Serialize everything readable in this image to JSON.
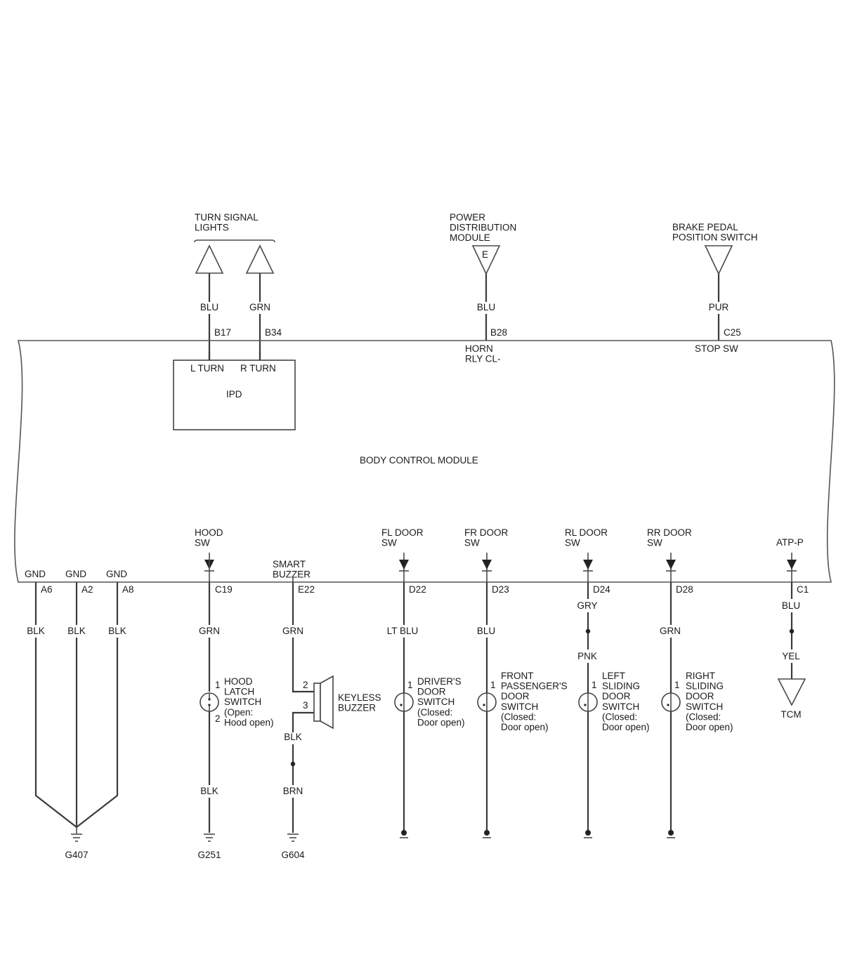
{
  "top_sources": {
    "turn_signal_lights": "TURN SIGNAL\nLIGHTS",
    "power_distribution_module": "POWER\nDISTRIBUTION\nMODULE",
    "pdm_terminal": "E",
    "brake_pedal_position_switch": "BRAKE PEDAL\nPOSITION SWITCH"
  },
  "top_wires": [
    {
      "color": "BLU",
      "pin": "B17"
    },
    {
      "color": "GRN",
      "pin": "B34"
    },
    {
      "color": "BLU",
      "pin": "B28"
    },
    {
      "color": "PUR",
      "pin": "C25"
    }
  ],
  "module": {
    "title": "BODY CONTROL MODULE",
    "horn_label": "HORN\nRLY CL-",
    "stop_label": "STOP SW",
    "ipd": {
      "title": "IPD",
      "left": "L TURN",
      "right": "R TURN"
    }
  },
  "ground_pins": [
    {
      "label": "GND",
      "pin": "A6",
      "wire": "BLK"
    },
    {
      "label": "GND",
      "pin": "A2",
      "wire": "BLK"
    },
    {
      "label": "GND",
      "pin": "A8",
      "wire": "BLK"
    }
  ],
  "bottom_circuits": {
    "hood": {
      "label": "HOOD\nSW",
      "pin": "C19",
      "wire1": "GRN",
      "wire2": "BLK",
      "pin_a": "1",
      "pin_b": "2",
      "device": "HOOD\nLATCH\nSWITCH\n(Open:\nHood open)",
      "ground": "G251"
    },
    "buzzer": {
      "label": "SMART\nBUZZER",
      "pin": "E22",
      "wire1": "GRN",
      "wire2": "BLK",
      "wire3": "BRN",
      "pin_a": "2",
      "pin_b": "3",
      "device": "KEYLESS\nBUZZER",
      "ground": "G604"
    },
    "fl": {
      "label": "FL DOOR\nSW",
      "pin": "D22",
      "wire1": "LT BLU",
      "pin_a": "1",
      "device": "DRIVER'S\nDOOR\nSWITCH\n(Closed:\nDoor open)"
    },
    "fr": {
      "label": "FR DOOR\nSW",
      "pin": "D23",
      "wire1": "BLU",
      "pin_a": "1",
      "device": "FRONT\nPASSENGER'S\nDOOR\nSWITCH\n(Closed:\nDoor open)"
    },
    "rl": {
      "label": "RL DOOR\nSW",
      "pin": "D24",
      "wire1": "GRY",
      "wire2": "PNK",
      "pin_a": "1",
      "device": "LEFT\nSLIDING\nDOOR\nSWITCH\n(Closed:\nDoor open)"
    },
    "rr": {
      "label": "RR DOOR\nSW",
      "pin": "D28",
      "wire1": "GRN",
      "pin_a": "1",
      "device": "RIGHT\nSLIDING\nDOOR\nSWITCH\n(Closed:\nDoor open)"
    },
    "atp": {
      "label": "ATP-P",
      "pin": "C1",
      "wire1": "BLU",
      "wire2": "YEL",
      "device": "TCM"
    }
  },
  "grounds": {
    "g407": "G407"
  }
}
